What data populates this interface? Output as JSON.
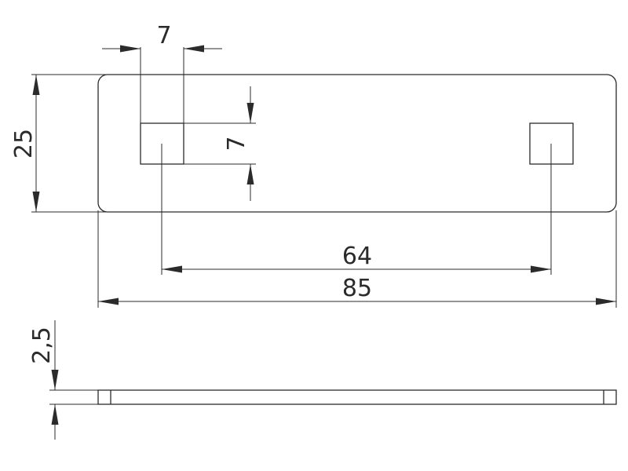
{
  "drawing": {
    "dimensions": {
      "slot_width": "7",
      "plate_height": "25",
      "slot_height": "7",
      "slot_spacing": "64",
      "plate_length": "85",
      "plate_thickness": "2,5"
    }
  }
}
